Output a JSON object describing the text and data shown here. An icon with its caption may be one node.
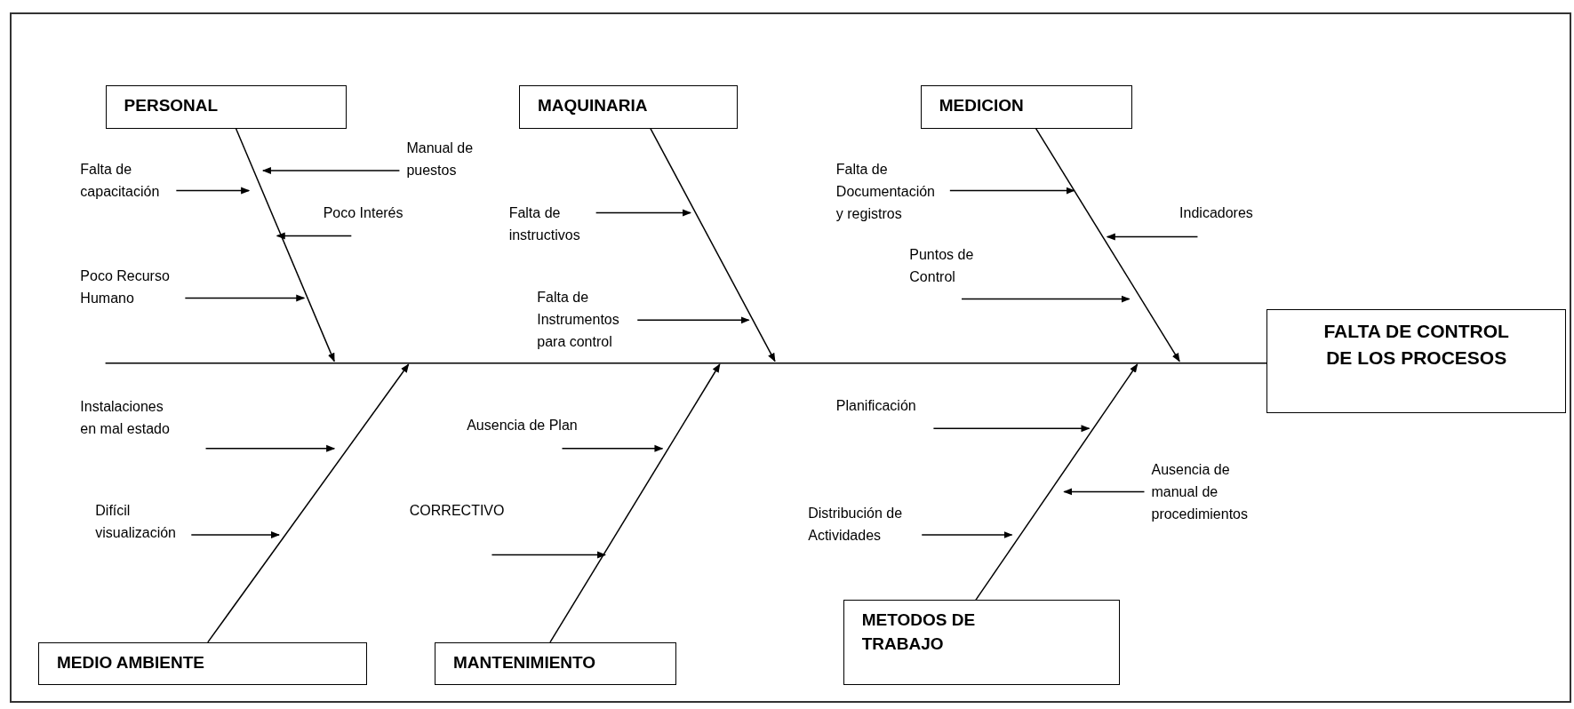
{
  "diagram": {
    "nodes": [
      {
        "text": [
          "PERSONAL"
        ]
      },
      {
        "text": [
          "MAQUINARIA"
        ]
      },
      {
        "text": [
          "MEDICION"
        ]
      },
      {
        "text": [
          "FALTA DE CONTROL DE LOS PROCESOS"
        ]
      },
      {
        "text": [
          "MEDIO AMBIENTE"
        ]
      },
      {
        "text": [
          "MANTENIMIENTO"
        ]
      },
      {
        "text": [
          "METODOS DE TRABAJO"
        ]
      },
      {
        "text": [
          "Manual de puestos"
        ]
      },
      {
        "text": [
          "Falta de capacitación"
        ]
      },
      {
        "text": [
          "Poco Interés"
        ]
      },
      {
        "text": [
          "Poco Recurso Humano"
        ]
      },
      {
        "text": [
          "Falta de instructivos"
        ]
      },
      {
        "text": [
          "Falta de Instrumentos para control"
        ]
      },
      {
        "text": [
          "Falta de Documentación y registros"
        ]
      },
      {
        "text": [
          "Indicadores"
        ]
      },
      {
        "text": [
          "Puntos de Control"
        ]
      },
      {
        "text": [
          "Instalaciones en mal estado"
        ]
      },
      {
        "text": [
          "Difícil visualización"
        ]
      },
      {
        "text": [
          "Ausencia de Plan"
        ]
      },
      {
        "text": [
          "CORRECTIVO"
        ]
      },
      {
        "text": [
          "Planificación"
        ]
      },
      {
        "text": [
          "Ausencia de manual de procedimientos"
        ]
      },
      {
        "text": [
          "Distribución de Actividades"
        ]
      }
    ],
    "edges": [
      {
        "from": null,
        "to": 3,
        "arrow": "none"
      },
      {
        "from": 0,
        "to": null,
        "arrow": "to"
      },
      {
        "from": 1,
        "to": null,
        "arrow": "to"
      },
      {
        "from": 2,
        "to": null,
        "arrow": "to"
      },
      {
        "from": 4,
        "to": null,
        "arrow": "to"
      },
      {
        "from": 5,
        "to": null,
        "arrow": "to"
      },
      {
        "from": 6,
        "to": null,
        "arrow": "to"
      },
      {
        "from": 7,
        "to": null,
        "arrow": "to"
      },
      {
        "from": 8,
        "to": null,
        "arrow": "to"
      },
      {
        "from": 9,
        "to": null,
        "arrow": "to"
      },
      {
        "from": 10,
        "to": null,
        "arrow": "to"
      },
      {
        "from": 11,
        "to": null,
        "arrow": "to"
      },
      {
        "from": 12,
        "to": null,
        "arrow": "to"
      },
      {
        "from": 13,
        "to": null,
        "arrow": "to"
      },
      {
        "from": 14,
        "to": null,
        "arrow": "to"
      },
      {
        "from": 15,
        "to": null,
        "arrow": "to"
      },
      {
        "from": 16,
        "to": null,
        "arrow": "to"
      },
      {
        "from": 17,
        "to": null,
        "arrow": "to"
      },
      {
        "from": 18,
        "to": null,
        "arrow": "to"
      },
      {
        "from": 19,
        "to": null,
        "arrow": "to"
      },
      {
        "from": 20,
        "to": null,
        "arrow": "to"
      },
      {
        "from": 21,
        "to": null,
        "arrow": "to"
      },
      {
        "from": 22,
        "to": null,
        "arrow": "to"
      }
    ]
  }
}
